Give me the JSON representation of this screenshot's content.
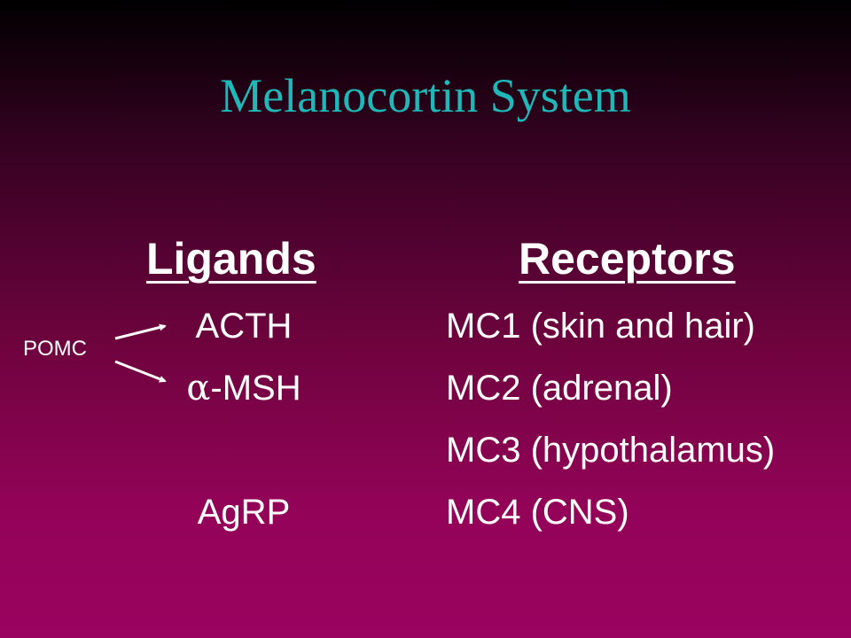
{
  "slide": {
    "title": "Melanocortin System",
    "columns": {
      "ligands_heading": "Ligands",
      "receptors_heading": "Receptors"
    },
    "precursor": "POMC",
    "ligands": {
      "acth": "ACTH",
      "alpha_symbol": "α",
      "msh_suffix": "-MSH",
      "agrp": "AgRP"
    },
    "receptors": [
      "MC1 (skin and hair)",
      "MC2 (adrenal)",
      "MC3 (hypothalamus)",
      "MC4 (CNS)"
    ],
    "colors": {
      "title": "#1fb7b7",
      "text": "#ffffff",
      "background_top": "#000000",
      "background_bottom": "#9a0360"
    }
  }
}
